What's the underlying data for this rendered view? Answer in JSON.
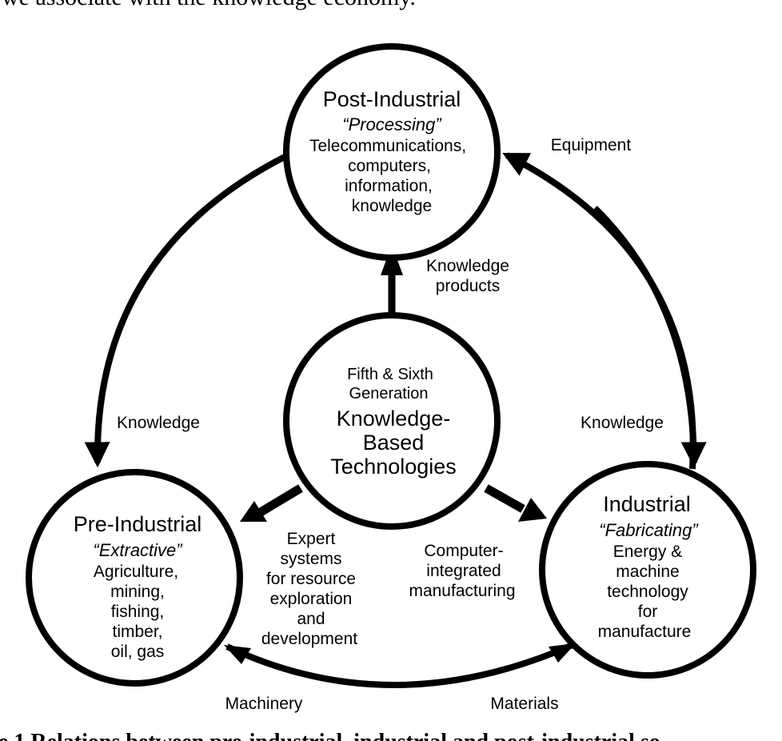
{
  "top_text": "we associate with the knowledge economy.",
  "caption": "re 1 Relations between pre-industrial, industrial and post-industrial so",
  "nodes": {
    "post_industrial": {
      "title": "Post-Industrial",
      "subtitle": "“Processing”",
      "lines": [
        "Telecommunications,",
        "computers,",
        "information,",
        "knowledge"
      ]
    },
    "center": {
      "lines_small": [
        "Fifth & Sixth",
        "Generation"
      ],
      "lines_big": [
        "Knowledge-",
        "Based",
        "Technologies"
      ]
    },
    "pre_industrial": {
      "title": "Pre-Industrial",
      "subtitle": "“Extractive”",
      "lines": [
        "Agriculture,",
        "mining,",
        "fishing,",
        "timber,",
        "oil, gas"
      ]
    },
    "industrial": {
      "title": "Industrial",
      "subtitle": "“Fabricating”",
      "lines": [
        "Energy &",
        "machine",
        "technology",
        "for",
        "manufacture"
      ]
    }
  },
  "edge_labels": {
    "equipment": "Equipment",
    "knowledge_products": [
      "Knowledge",
      "products"
    ],
    "knowledge_left": "Knowledge",
    "knowledge_right": "Knowledge",
    "expert_systems": [
      "Expert",
      "systems",
      "for resource",
      "exploration",
      "and",
      "development"
    ],
    "cim": [
      "Computer-",
      "integrated",
      "manufacturing"
    ],
    "machinery": "Machinery",
    "materials": "Materials"
  }
}
